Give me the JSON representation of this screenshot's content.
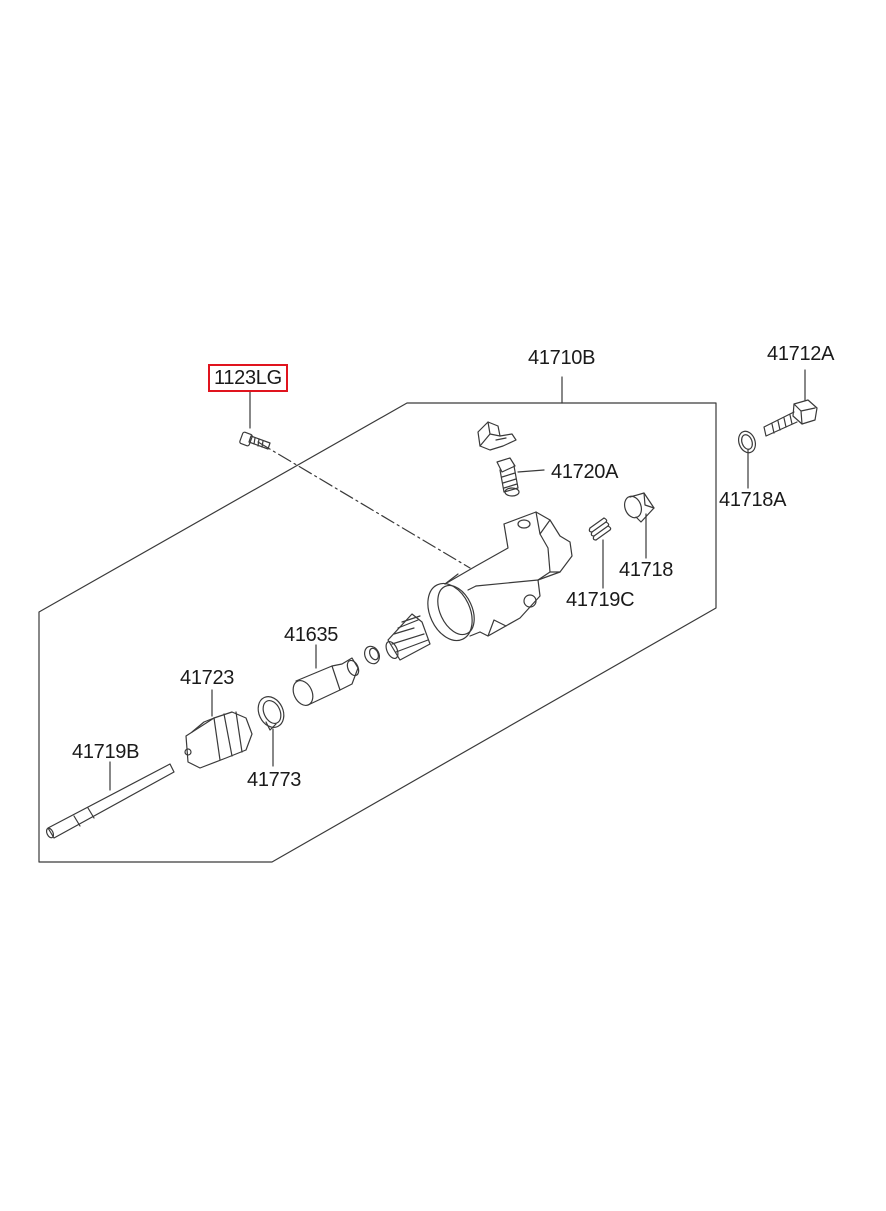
{
  "parts": [
    {
      "id": "p1123LG",
      "label": "1123LG",
      "highlighted": true
    },
    {
      "id": "p41710B",
      "label": "41710B"
    },
    {
      "id": "p41712A",
      "label": "41712A"
    },
    {
      "id": "p41720A",
      "label": "41720A"
    },
    {
      "id": "p41718A",
      "label": "41718A"
    },
    {
      "id": "p41718",
      "label": "41718"
    },
    {
      "id": "p41719C",
      "label": "41719C"
    },
    {
      "id": "p41635",
      "label": "41635"
    },
    {
      "id": "p41723",
      "label": "41723"
    },
    {
      "id": "p41719B",
      "label": "41719B"
    },
    {
      "id": "p41773",
      "label": "41773"
    }
  ],
  "colors": {
    "line": "#3a3a3a",
    "highlight": "#e0141e",
    "background": "#ffffff"
  }
}
